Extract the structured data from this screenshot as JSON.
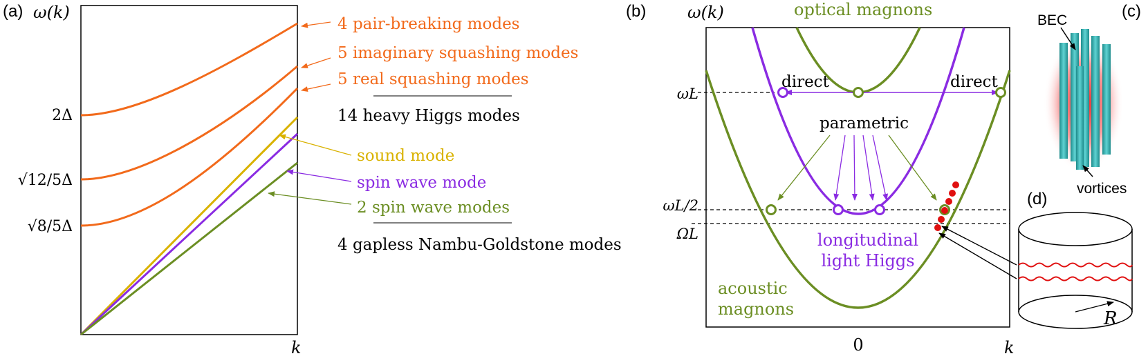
{
  "colors": {
    "orange": "#F26A1B",
    "gold": "#D9B200",
    "violet": "#8A2BE2",
    "olive": "#6B8E23",
    "black": "#000000",
    "red": "#E01010",
    "cyan": "#2FB7B7"
  },
  "panel_a": {
    "tag": "(a)",
    "ylabel": "ω(k)",
    "xlabel": "k",
    "gap_labels": [
      "2Δ",
      "√12/5Δ",
      "√8/5Δ"
    ],
    "mode_labels": [
      "4 pair-breaking modes",
      "5 imaginary squashing modes",
      "5 real squashing modes",
      "sound mode",
      "spin wave mode",
      "2 spin wave modes"
    ],
    "group_labels": [
      "14 heavy Higgs modes",
      "4 gapless Nambu-Goldstone modes"
    ]
  },
  "panel_b": {
    "tag": "(b)",
    "ylabel": "ω(k)",
    "xlabel": "k",
    "x_zero": "0",
    "title": "optical magnons",
    "level_labels": [
      "ωL",
      "ωL/2",
      "ΩL"
    ],
    "direct_left": "direct",
    "direct_right": "direct",
    "parametric": "parametric",
    "light_higgs": [
      "longitudinal",
      "light Higgs"
    ],
    "acoustic": [
      "acoustic",
      "magnons"
    ]
  },
  "panel_c": {
    "tag": "(c)",
    "bec": "BEC",
    "vortices": "vortices"
  },
  "panel_d": {
    "tag": "(d)",
    "radius": "R"
  }
}
